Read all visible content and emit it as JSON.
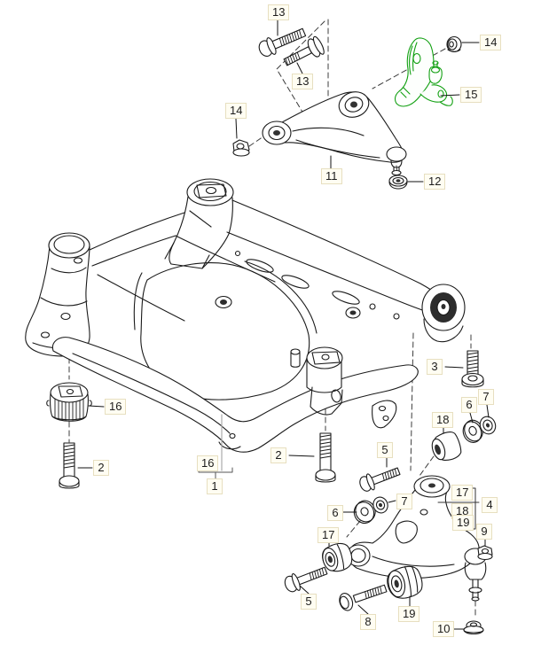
{
  "diagram": {
    "type": "exploded-parts-diagram",
    "background_color": "#ffffff",
    "line_color": "#1a1a1a",
    "highlight_color": "#12a012",
    "callout_box": {
      "background": "#fffdf2",
      "border_color": "#e7dfc0",
      "text_color": "#1c1c1c"
    },
    "callouts": [
      {
        "id": "13-top",
        "text": "13"
      },
      {
        "id": "13-lower",
        "text": "13"
      },
      {
        "id": "14-left",
        "text": "14"
      },
      {
        "id": "14-right",
        "text": "14"
      },
      {
        "id": "15",
        "text": "15"
      },
      {
        "id": "11",
        "text": "11"
      },
      {
        "id": "12",
        "text": "12"
      },
      {
        "id": "16-left",
        "text": "16"
      },
      {
        "id": "2-left",
        "text": "2"
      },
      {
        "id": "16-group",
        "text": "16"
      },
      {
        "id": "1",
        "text": "1"
      },
      {
        "id": "2-center",
        "text": "2"
      },
      {
        "id": "3",
        "text": "3"
      },
      {
        "id": "6-right",
        "text": "6"
      },
      {
        "id": "7-right",
        "text": "7"
      },
      {
        "id": "18-right",
        "text": "18"
      },
      {
        "id": "5-upper",
        "text": "5"
      },
      {
        "id": "17-group",
        "text": "17"
      },
      {
        "id": "18-group",
        "text": "18"
      },
      {
        "id": "19-group",
        "text": "19"
      },
      {
        "id": "4",
        "text": "4"
      },
      {
        "id": "9",
        "text": "9"
      },
      {
        "id": "7-mid",
        "text": "7"
      },
      {
        "id": "6-mid",
        "text": "6"
      },
      {
        "id": "17-left",
        "text": "17"
      },
      {
        "id": "5-lower",
        "text": "5"
      },
      {
        "id": "8",
        "text": "8"
      },
      {
        "id": "19-lower",
        "text": "19"
      },
      {
        "id": "10",
        "text": "10"
      }
    ]
  }
}
